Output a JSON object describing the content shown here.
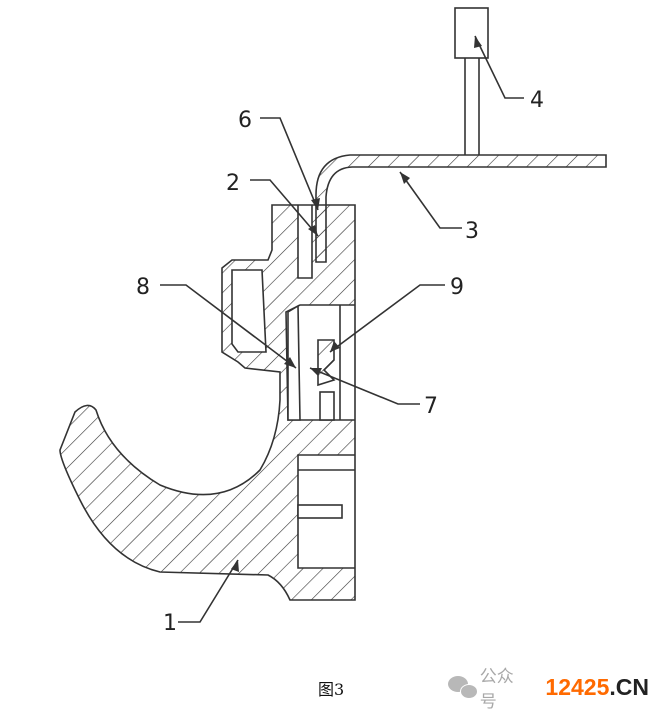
{
  "figure": {
    "caption": "图3",
    "labels": [
      "1",
      "2",
      "3",
      "4",
      "6",
      "7",
      "8",
      "9"
    ]
  },
  "watermark": {
    "account_label": "公众号",
    "site_number": "12425",
    "site_suffix": ".CN",
    "site_color": "#ff6a00"
  }
}
